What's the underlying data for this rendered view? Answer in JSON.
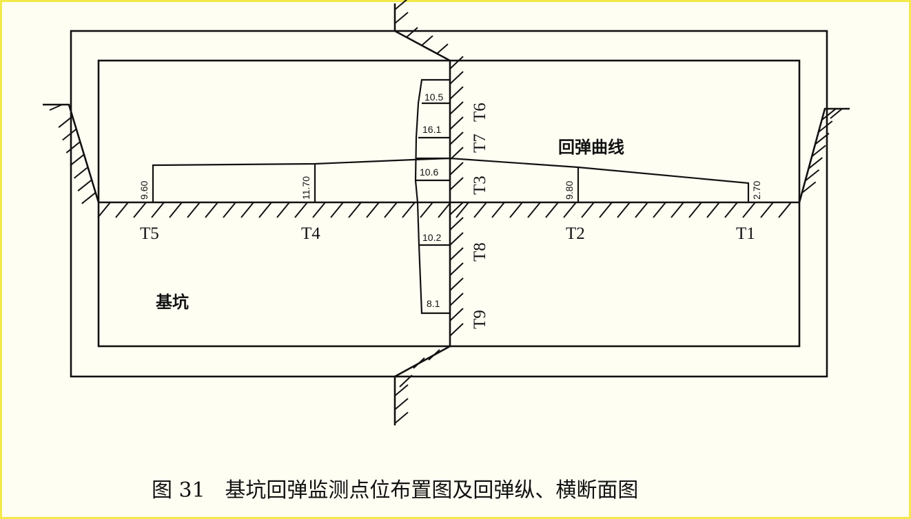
{
  "caption": "图 31   基坑回弹监测点位布置图及回弹纵、横断面图",
  "labels": {
    "curve": "回弹曲线",
    "pit": "基坑"
  },
  "longitudinal_points": [
    {
      "id": "T5",
      "value": "9.60"
    },
    {
      "id": "T4",
      "value": "11.70"
    },
    {
      "id": "T2",
      "value": "9.80"
    },
    {
      "id": "T1",
      "value": "2.70"
    }
  ],
  "transverse_points": [
    {
      "id": "T6",
      "value": "10.5"
    },
    {
      "id": "T7",
      "value": "16.1"
    },
    {
      "id": "T3",
      "value": "10.6"
    },
    {
      "id": "T8",
      "value": "10.2"
    },
    {
      "id": "T9",
      "value": "8.1"
    }
  ]
}
